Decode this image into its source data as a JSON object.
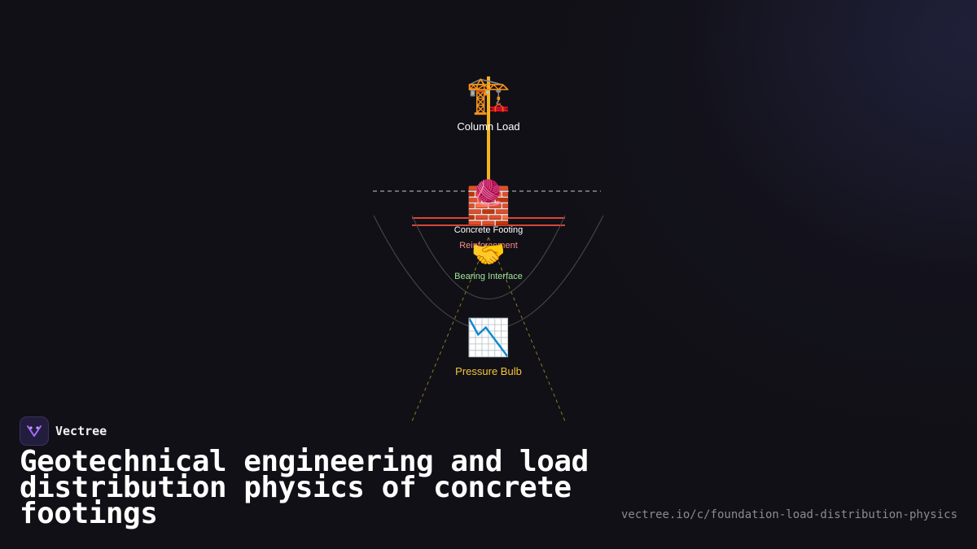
{
  "diagram": {
    "column": {
      "icon": "crane-icon",
      "emoji": "🏗️",
      "label": "Column Load",
      "color": "#f5b31e"
    },
    "footing": {
      "icon": "brick-icon",
      "emoji": "🧱",
      "label": "Concrete Footing",
      "color": "#e24a3b"
    },
    "reinforcement": {
      "icon": "yarn-ball-icon",
      "emoji": "🧶",
      "label": "Reinforcement",
      "color": "#f08c88"
    },
    "interface": {
      "icon": "handshake-icon",
      "emoji": "🤝",
      "label": "Bearing Interface",
      "color": "#9fe59a"
    },
    "bulb": {
      "icon": "chart-decreasing-icon",
      "emoji": "📉",
      "label": "Pressure Bulb",
      "color": "#f3c53a"
    }
  },
  "brand": {
    "name": "Vectree",
    "logo_icon": "vectree-logo-icon"
  },
  "title": "Geotechnical engineering and load distribution physics of concrete footings",
  "url": "vectree.io/c/foundation-load-distribution-physics"
}
